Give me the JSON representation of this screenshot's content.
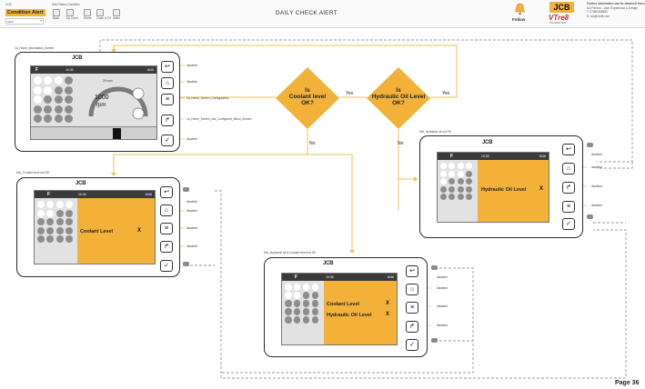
{
  "header": {
    "app_name": "VOS",
    "app_sub": "Alert Status Condition",
    "alert_label": "Condition Alert",
    "dropdown_value": "MCS",
    "toolbar": [
      {
        "icon": "back-icon",
        "label": "Back"
      },
      {
        "icon": "up-level-icon",
        "label": "Up Level"
      },
      {
        "icon": "home-icon",
        "label": "Home"
      },
      {
        "icon": "zoom-fit-icon",
        "label": "Zoom & Fit"
      },
      {
        "icon": "index-icon",
        "label": "Index"
      }
    ],
    "title": "DAILY CHECK AlERT",
    "follow_label": "Follow",
    "brand": "VTre8",
    "brand_sub": "The Vitre8 Team",
    "logo": "JCB",
    "contact": [
      "Further information can be obtained from:",
      "Sol Perrion - User Experience & Design",
      "T: 07880458880",
      "E: sol@vtre8.com"
    ]
  },
  "screens": {
    "home": {
      "name": "1a_Home_Information_Screen",
      "fuel_symbol": "F",
      "time": "10:30",
      "hours": "1546",
      "rpm_value": "1000",
      "rpm_unit": "rpm",
      "speed": "25 mph",
      "links": [
        "disabled",
        "disabled",
        "1a_Home_Screen_Configuration",
        "1a_Home_Screen_Not_Configured_Menu_Screen",
        "disabled"
      ]
    },
    "coolant": {
      "name": "Hdr_Coolant level not OK",
      "fuel_symbol": "F",
      "time": "10:30",
      "hours": "1546",
      "alert": "Coolant Level",
      "x": "X",
      "links": [
        "disabled",
        "disabled",
        "disabled",
        "disabled"
      ]
    },
    "hydraulic": {
      "name": "Hdr_Hydraulic oil not OK",
      "fuel_symbol": "F",
      "time": "10:30",
      "hours": "1546",
      "alert": "Hydraulic Oil Level",
      "x": "X",
      "links": [
        "disabled",
        "disabled",
        "disabled",
        "disabled"
      ]
    },
    "both": {
      "name": "Hdr_Hydraulic oil & Coolant level not OK",
      "fuel_symbol": "F",
      "time": "10:30",
      "hours": "1546",
      "alert1": "Coolant Level",
      "alert2": "Hydraulic Oil Level",
      "x1": "X",
      "x2": "X",
      "links": [
        "disabled",
        "disabled",
        "disabled",
        "disabled"
      ]
    }
  },
  "decisions": {
    "coolant_q": [
      "Is",
      "Coolant level",
      "OK?"
    ],
    "hydraulic_q": [
      "Is",
      "Hydraulic Oil Level",
      "OK?"
    ],
    "yes": "Yes",
    "no": "No"
  },
  "page_label": "Page 36",
  "colors": {
    "accent": "#f3b13a",
    "flow_line": "#f0c25a",
    "link_line": "#9a9a9a"
  }
}
